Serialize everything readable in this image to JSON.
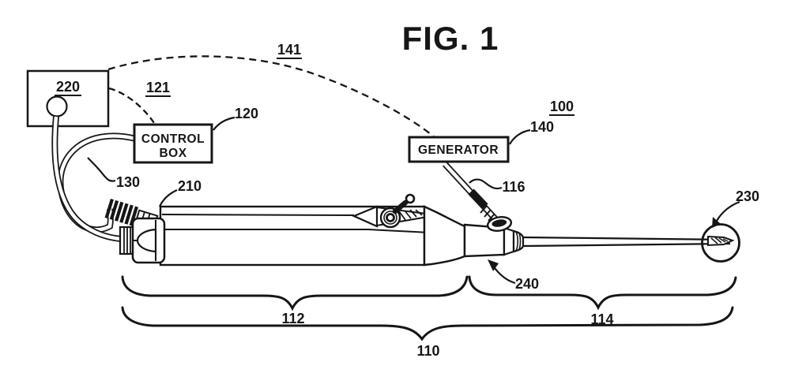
{
  "figure": {
    "title": "FIG. 1"
  },
  "boxes": {
    "control_box": {
      "line1": "CONTROL",
      "line2": "BOX"
    },
    "generator": {
      "label": "GENERATOR"
    }
  },
  "references": {
    "ref_100": "100",
    "ref_110": "110",
    "ref_112": "112",
    "ref_114": "114",
    "ref_116": "116",
    "ref_120": "120",
    "ref_121": "121",
    "ref_130": "130",
    "ref_140": "140",
    "ref_141": "141",
    "ref_210": "210",
    "ref_220": "220",
    "ref_230": "230",
    "ref_240": "240"
  },
  "colors": {
    "ink": "#161616",
    "background": "#ffffff"
  }
}
